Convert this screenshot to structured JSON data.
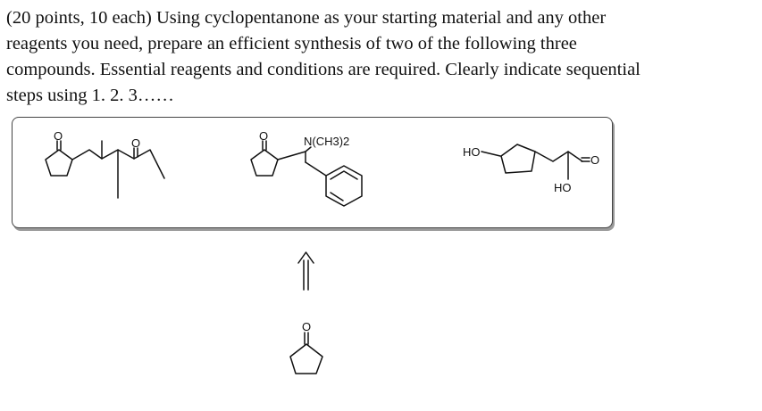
{
  "question": {
    "line1": "(20 points, 10 each) Using cyclopentanone as your starting material and any other",
    "line2": "reagents you need, prepare an efficient synthesis of two of the following three",
    "line3": "compounds. Essential reagents and conditions are required. Clearly indicate sequential",
    "line4": "steps using 1. 2. 3……"
  },
  "compounds": {
    "atom_O": "O",
    "dimethylamino": "N(CH3)2",
    "hydroxy_left": "HO",
    "hydroxy_right": "HO"
  },
  "starting_material": {
    "atom_O": "O"
  },
  "arrow": {
    "symbol": "⇑"
  }
}
